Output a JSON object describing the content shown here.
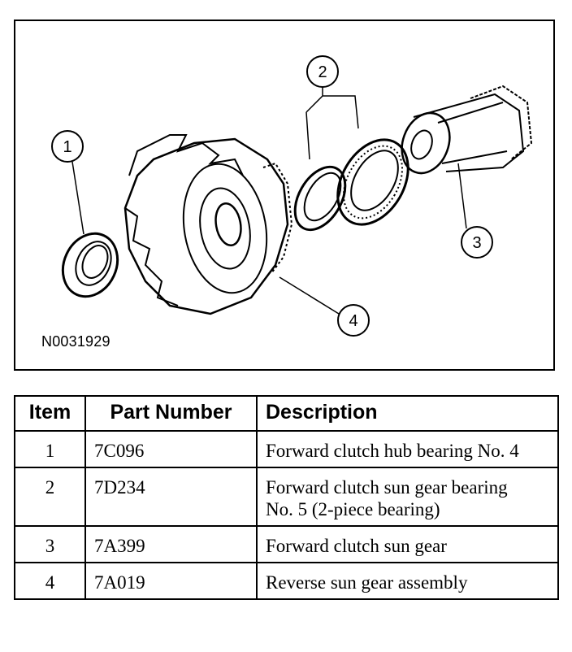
{
  "figure": {
    "figure_id": "N0031929",
    "callouts": [
      "1",
      "2",
      "3",
      "4"
    ]
  },
  "table": {
    "headers": {
      "item": "Item",
      "part_number": "Part Number",
      "description": "Description"
    },
    "rows": [
      {
        "item": "1",
        "part_number": "7C096",
        "description": "Forward clutch hub bearing No. 4"
      },
      {
        "item": "2",
        "part_number": "7D234",
        "description": "Forward clutch sun gear bearing No. 5 (2-piece bearing)"
      },
      {
        "item": "3",
        "part_number": "7A399",
        "description": "Forward clutch sun gear"
      },
      {
        "item": "4",
        "part_number": "7A019",
        "description": "Reverse sun gear assembly"
      }
    ]
  }
}
